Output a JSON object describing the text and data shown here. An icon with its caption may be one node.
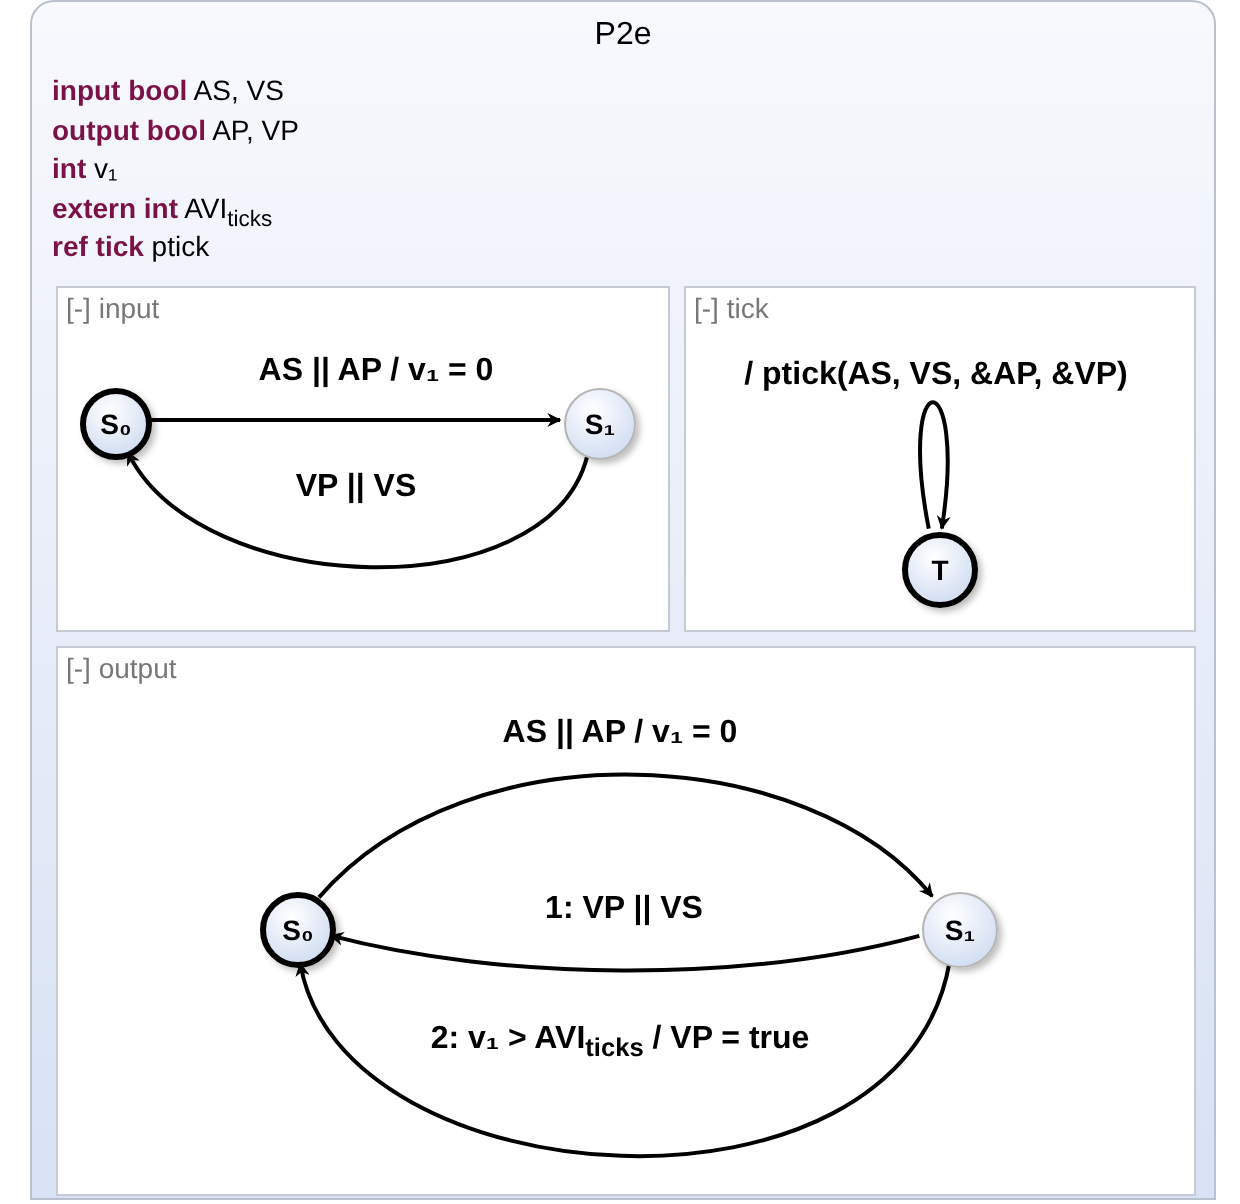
{
  "diagram": {
    "nodes": [
      {
        "text": [
          "P2e",
          "**input bool** AS, VS",
          "**output bool** AP, VP",
          "**int** v₁",
          "**extern int** AVI$_{ticks}$",
          "**ref tick** ptick"
        ]
      },
      {
        "text": [
          "[-] input"
        ],
        "in": 0
      },
      {
        "text": [
          "S₀"
        ],
        "in": 1
      },
      {
        "text": [
          "S₁"
        ],
        "in": 1
      },
      {
        "text": [
          "[-] tick"
        ],
        "in": 0
      },
      {
        "text": [
          "T"
        ],
        "in": 4
      },
      {
        "text": [
          "[-] output"
        ],
        "in": 0
      },
      {
        "text": [
          "S₀"
        ],
        "in": 6
      },
      {
        "text": [
          "S₁"
        ],
        "in": 6
      }
    ],
    "edges": [
      {
        "from": 2,
        "to": 3,
        "arrow": "to",
        "label": "AS || AP / v₁ = 0"
      },
      {
        "from": 3,
        "to": 2,
        "arrow": "to",
        "label": "VP || VS"
      },
      {
        "from": 5,
        "to": 5,
        "arrow": "to",
        "label": "/ ptick(AS, VS, &AP, &VP)"
      },
      {
        "from": 7,
        "to": 8,
        "arrow": "to",
        "label": "AS || AP / v₁ = 0"
      },
      {
        "from": 8,
        "to": 7,
        "arrow": "to",
        "label": "1: VP || VS"
      },
      {
        "from": 8,
        "to": 7,
        "arrow": "to",
        "label": "2: v₁ > AVI$_{ticks}$ / VP = true"
      }
    ]
  }
}
